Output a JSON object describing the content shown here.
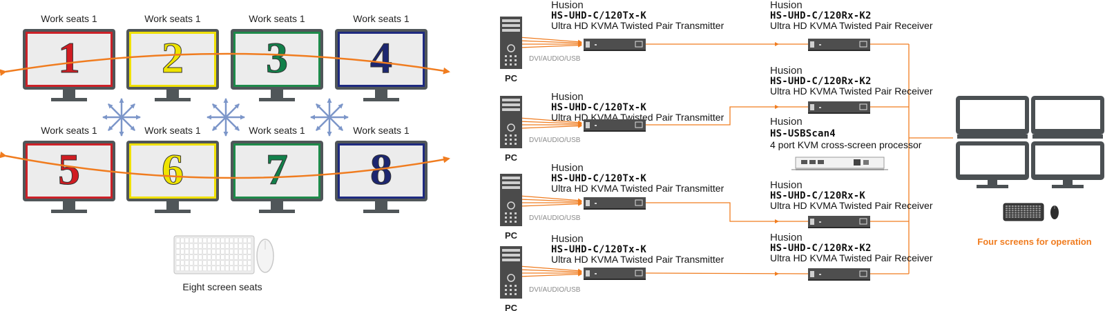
{
  "colors": {
    "accent": "#f07c1f",
    "monitor_frame": "#505659",
    "screen_bg": "#ececec",
    "arrow_blue": "#7c96c9",
    "seat_borders": [
      "#cc2128",
      "#efe000",
      "#1e8a4a",
      "#1e2a80",
      "#cc2128",
      "#efe000",
      "#1e8a4a",
      "#1e2a80"
    ],
    "digit_colors": [
      "#d01c22",
      "#efe400",
      "#12804a",
      "#1c2670",
      "#d01c22",
      "#efe400",
      "#12804a",
      "#1c2670"
    ]
  },
  "seats": [
    {
      "label": "Work seats 1",
      "number": "1"
    },
    {
      "label": "Work seats 1",
      "number": "2"
    },
    {
      "label": "Work seats 1",
      "number": "3"
    },
    {
      "label": "Work seats 1",
      "number": "4"
    },
    {
      "label": "Work seats 1",
      "number": "5"
    },
    {
      "label": "Work seats 1",
      "number": "6"
    },
    {
      "label": "Work seats 1",
      "number": "7"
    },
    {
      "label": "Work seats 1",
      "number": "8"
    }
  ],
  "left_caption": "Eight screen seats",
  "pcs": [
    {
      "label": "PC",
      "signal": "DVI/AUDIO/USB"
    },
    {
      "label": "PC",
      "signal": "DVI/AUDIO/USB"
    },
    {
      "label": "PC",
      "signal": "DVI/AUDIO/USB"
    },
    {
      "label": "PC",
      "signal": "DVI/AUDIO/USB"
    }
  ],
  "transmitters": [
    {
      "brand": "Husion",
      "model": "HS-UHD-C/120Tx-K",
      "desc": "Ultra HD KVMA Twisted Pair Transmitter"
    },
    {
      "brand": "Husion",
      "model": "HS-UHD-C/120Tx-K",
      "desc": "Ultra HD KVMA Twisted Pair Transmitter"
    },
    {
      "brand": "Husion",
      "model": "HS-UHD-C/120Tx-K",
      "desc": "Ultra HD KVMA Twisted Pair Transmitter"
    },
    {
      "brand": "Husion",
      "model": "HS-UHD-C/120Tx-K",
      "desc": "Ultra HD KVMA Twisted Pair Transmitter"
    }
  ],
  "receivers": [
    {
      "brand": "Husion",
      "model": "HS-UHD-C/120Rx-K2",
      "desc": "Ultra HD KVMA Twisted Pair Receiver"
    },
    {
      "brand": "Husion",
      "model": "HS-UHD-C/120Rx-K2",
      "desc": "Ultra HD KVMA Twisted Pair Receiver"
    },
    {
      "brand": "Husion",
      "model": "HS-UHD-C/120Rx-K",
      "desc": "Ultra HD KVMA Twisted Pair Receiver"
    },
    {
      "brand": "Husion",
      "model": "HS-UHD-C/120Rx-K2",
      "desc": "Ultra HD KVMA Twisted Pair Receiver"
    }
  ],
  "processor": {
    "brand": "Husion",
    "model": "HS-USBScan4",
    "desc": "4 port KVM cross-screen processor"
  },
  "right_caption": "Four screens for operation",
  "icons": {
    "monitor": "monitor-icon",
    "keyboard": "keyboard-icon",
    "mouse": "mouse-icon",
    "pc": "pc-tower-icon",
    "extender": "kvm-extender-icon",
    "arrows": "multi-direction-arrows-icon"
  }
}
